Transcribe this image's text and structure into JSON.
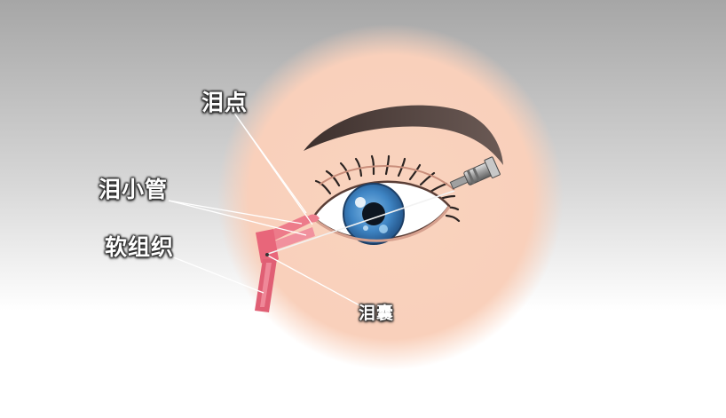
{
  "labels": {
    "punctum": "泪点",
    "canaliculus": "泪小管",
    "soft_tissue": "软组织",
    "lacrimal_sac": "泪囊"
  },
  "colors": {
    "background_top": "#a9a9a9",
    "background_bottom": "#ffffff",
    "skin": "#f9d2bd",
    "eyebrow": "#4a3a36",
    "iris": "#3e84c7",
    "duct": "#e8667a",
    "label_text": "#ffffff"
  },
  "icons": {
    "probe": "needle-probe-icon"
  }
}
